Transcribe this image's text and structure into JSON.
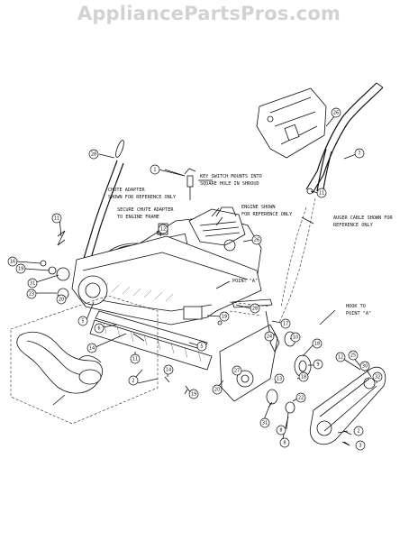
{
  "watermark": "AppliancePartsPros.com",
  "notes": {
    "key_switch_1": "KEY SWITCH MOUNTS INTO",
    "key_switch_2": "SQUARE HOLE IN SHROUD",
    "chute_adapter_1": "CHUTE ADAPTER",
    "chute_adapter_2": "SHOWN FOR REFERENCE ONLY",
    "secure_chute_1": "SECURE CHUTE ADAPTER",
    "secure_chute_2": "TO ENGINE FRAME",
    "engine_1": "ENGINE SHOWN",
    "engine_2": "FOR REFERENCE ONLY",
    "auger_cable_1": "AUGER CABLE SHOWN FOR",
    "auger_cable_2": "REFERENCE ONLY",
    "point_a": "POINT \"A\"",
    "hook_1": "HOOK TO",
    "hook_2": "POINT \"A\""
  },
  "callouts": [
    "26",
    "7",
    "11",
    "28",
    "1",
    "12",
    "11",
    "26",
    "16",
    "19",
    "31",
    "23",
    "20",
    "5",
    "28",
    "19",
    "6",
    "17",
    "24",
    "5",
    "14",
    "11",
    "2",
    "14",
    "19",
    "20",
    "27",
    "10",
    "18",
    "9",
    "12",
    "25",
    "30",
    "32",
    "13",
    "18",
    "22",
    "31",
    "8",
    "8",
    "2",
    "3"
  ]
}
